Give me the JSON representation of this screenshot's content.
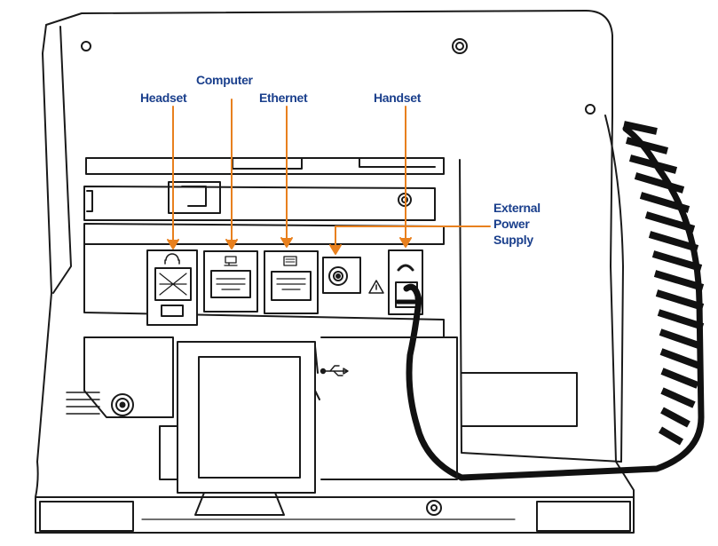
{
  "labels": {
    "computer": "Computer",
    "headset": "Headset",
    "ethernet": "Ethernet",
    "handset": "Handset",
    "power": [
      "External",
      "Power",
      "Supply"
    ]
  },
  "colors": {
    "label_text": "#1a3f8c",
    "callout": "#e8801e",
    "outline": "#1a1a1a",
    "body": "#ffffff"
  },
  "icons": {
    "headset_port": "headset-icon",
    "computer_port": "computer-icon",
    "ethernet_port": "network-icon",
    "power_port": "power-jack-icon",
    "handset_port": "handset-icon",
    "usb": "usb-icon",
    "warning": "warning-icon"
  }
}
